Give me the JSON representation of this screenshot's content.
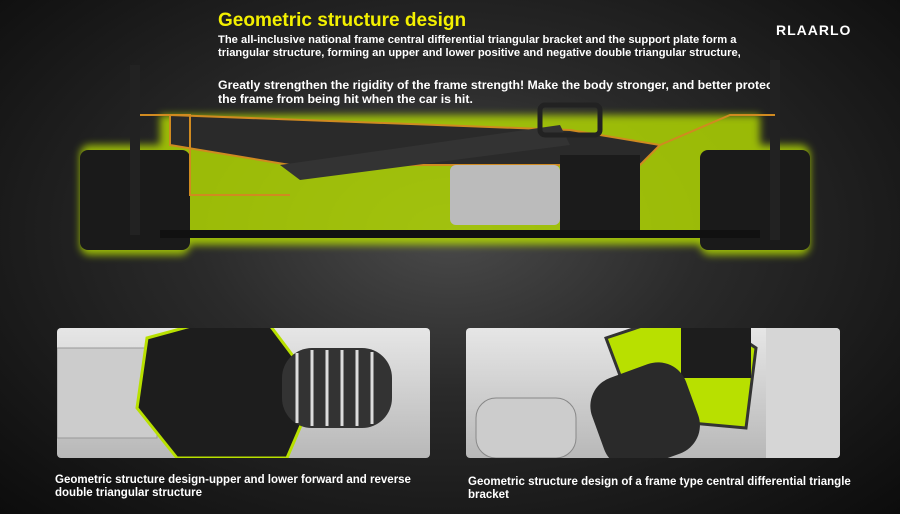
{
  "brand": {
    "logo": "RLAARLO"
  },
  "header": {
    "title": "Geometric structure design",
    "description": "The all-inclusive national frame central differential triangular bracket and the support plate form a triangular structure, forming an upper and lower positive and negative double triangular structure,",
    "highlight": "Greatly strengthen the rigidity of the frame strength! Make the body stronger, and better protect the frame from being hit when the car is hit."
  },
  "panels": [
    {
      "caption": "Geometric structure design-upper and lower forward and reverse double triangular structure"
    },
    {
      "caption": "Geometric structure design of a frame type central differential triangle bracket"
    }
  ],
  "colors": {
    "accent": "#f3f000",
    "glow": "#b8e000",
    "frame": "#d08a20"
  }
}
